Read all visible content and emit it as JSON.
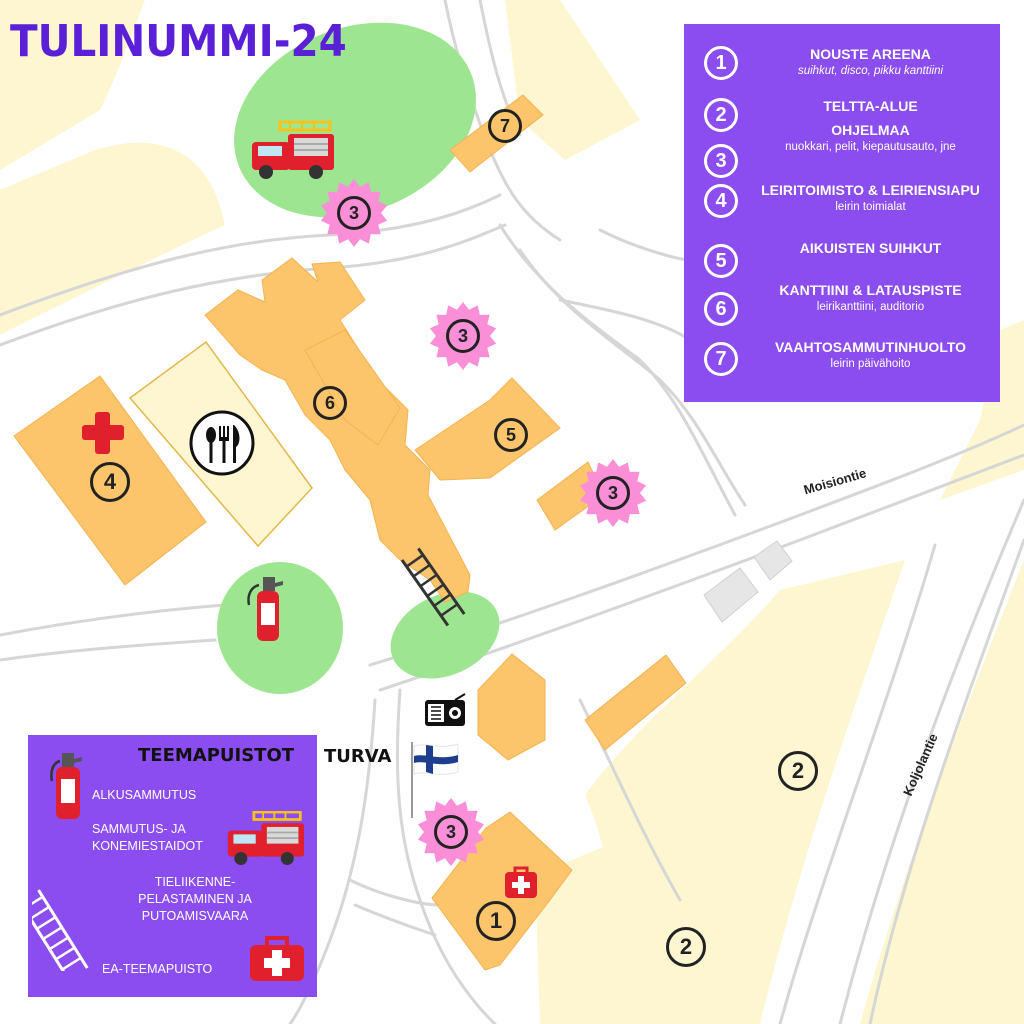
{
  "map_title": "TULINUMMI-24",
  "legend": {
    "items": [
      {
        "number": "1",
        "title": "NOUSTE AREENA",
        "subtitle": "suihkut, disco, pikku kanttiini",
        "italic": true
      },
      {
        "number": "2",
        "title": "TELTTA-ALUE",
        "subtitle": ""
      },
      {
        "number": "3",
        "title": "OHJELMAA",
        "subtitle": "nuokkari, pelit, kiepautusauto, jne"
      },
      {
        "number": "4",
        "title": "LEIRITOIMISTO & LEIRIENSIAPU",
        "subtitle": "leirin toimialat"
      },
      {
        "number": "5",
        "title": "AIKUISTEN SUIHKUT",
        "subtitle": ""
      },
      {
        "number": "6",
        "title": "KANTTIINI & LATAUSPISTE",
        "subtitle": "leirikanttiini, auditorio"
      },
      {
        "number": "7",
        "title": "VAAHTOSAMMUTINHUOLTO",
        "subtitle": "leirin päivähoito"
      }
    ]
  },
  "theme_parks": {
    "title": "TEEMAPUISTOT",
    "items": [
      {
        "label": "ALKUSAMMUTUS",
        "icon": "fire-extinguisher-icon"
      },
      {
        "label": "SAMMUTUS- JA KONEMIESTAIDOT",
        "line1": "SAMMUTUS- JA",
        "line2": "KONEMIESTAIDOT",
        "icon": "fire-truck-icon"
      },
      {
        "label": "TIELIIKENNE-PELASTAMINEN JA PUTOAMISVAARA",
        "line1": "TIELIIKENNE-",
        "line2": "PELASTAMINEN JA",
        "line3": "PUTOAMISVAARA",
        "icon": "ladder-icon"
      },
      {
        "label": "EA-TEEMAPUISTO",
        "icon": "first-aid-kit-icon"
      }
    ]
  },
  "turva_label": "TURVA",
  "roads": {
    "moisiontie": "Moisiontie",
    "koljolantie": "Koljolantie"
  },
  "markers": {
    "m7": "7",
    "m6": "6",
    "m5": "5",
    "m4": "4",
    "m1": "1",
    "m2a": "2",
    "m2b": "2",
    "b3a": "3",
    "b3b": "3",
    "b3c": "3",
    "b3d": "3"
  },
  "colors": {
    "building": "#fdc56b",
    "area": "#fdf6d0",
    "park": "#9ee592",
    "legend_bg": "#8b4cf0",
    "title": "#5a20d8",
    "burst": "#fb8fd7",
    "road": "#d9d9d9"
  }
}
